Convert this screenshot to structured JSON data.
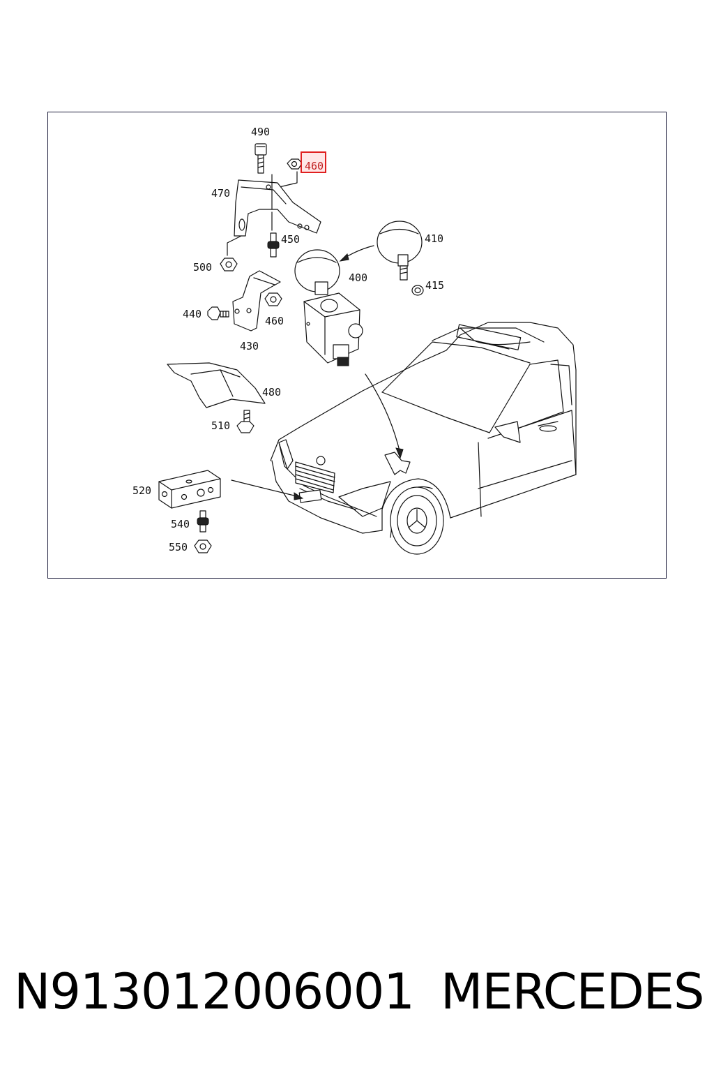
{
  "diagram": {
    "highlight_color": "#e02020",
    "highlighted_label": "460",
    "callouts": {
      "c490": "490",
      "c460a": "460",
      "c470": "470",
      "c450": "450",
      "c410": "410",
      "c400": "400",
      "c500": "500",
      "c415": "415",
      "c440": "440",
      "c460b": "460",
      "c430": "430",
      "c480": "480",
      "c510": "510",
      "c520": "520",
      "c540": "540",
      "c550": "550"
    }
  },
  "caption": {
    "part_number": "N913012006001",
    "brand": "MERCEDES"
  }
}
